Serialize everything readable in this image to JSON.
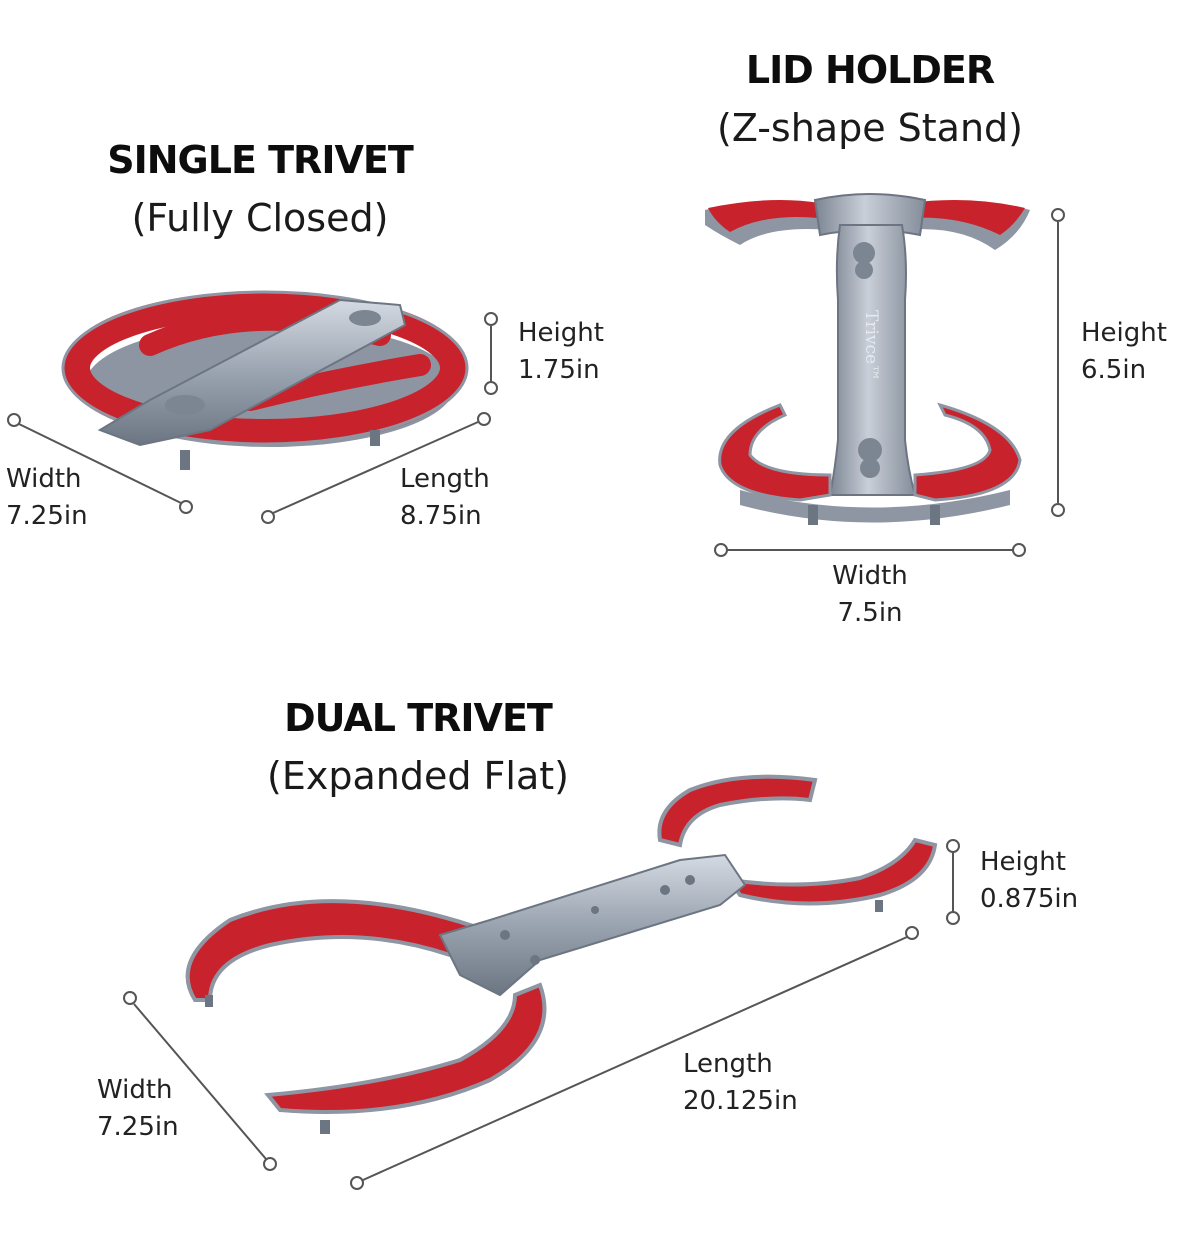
{
  "colors": {
    "red_pad": "#c8232c",
    "metal": "#a9b1bd",
    "metal_dark": "#6f7885",
    "line": "#555555"
  },
  "single_trivet": {
    "title": "SINGLE TRIVET",
    "subtitle": "(Fully Closed)",
    "height_label": "Height",
    "height_value": "1.75in",
    "width_label": "Width",
    "width_value": "7.25in",
    "length_label": "Length",
    "length_value": "8.75in"
  },
  "lid_holder": {
    "title": "LID HOLDER",
    "subtitle": "(Z-shape Stand)",
    "brand": "Trivce™",
    "height_label": "Height",
    "height_value": "6.5in",
    "width_label": "Width",
    "width_value": "7.5in"
  },
  "dual_trivet": {
    "title": "DUAL TRIVET",
    "subtitle": "(Expanded Flat)",
    "height_label": "Height",
    "height_value": "0.875in",
    "width_label": "Width",
    "width_value": "7.25in",
    "length_label": "Length",
    "length_value": "20.125in"
  }
}
